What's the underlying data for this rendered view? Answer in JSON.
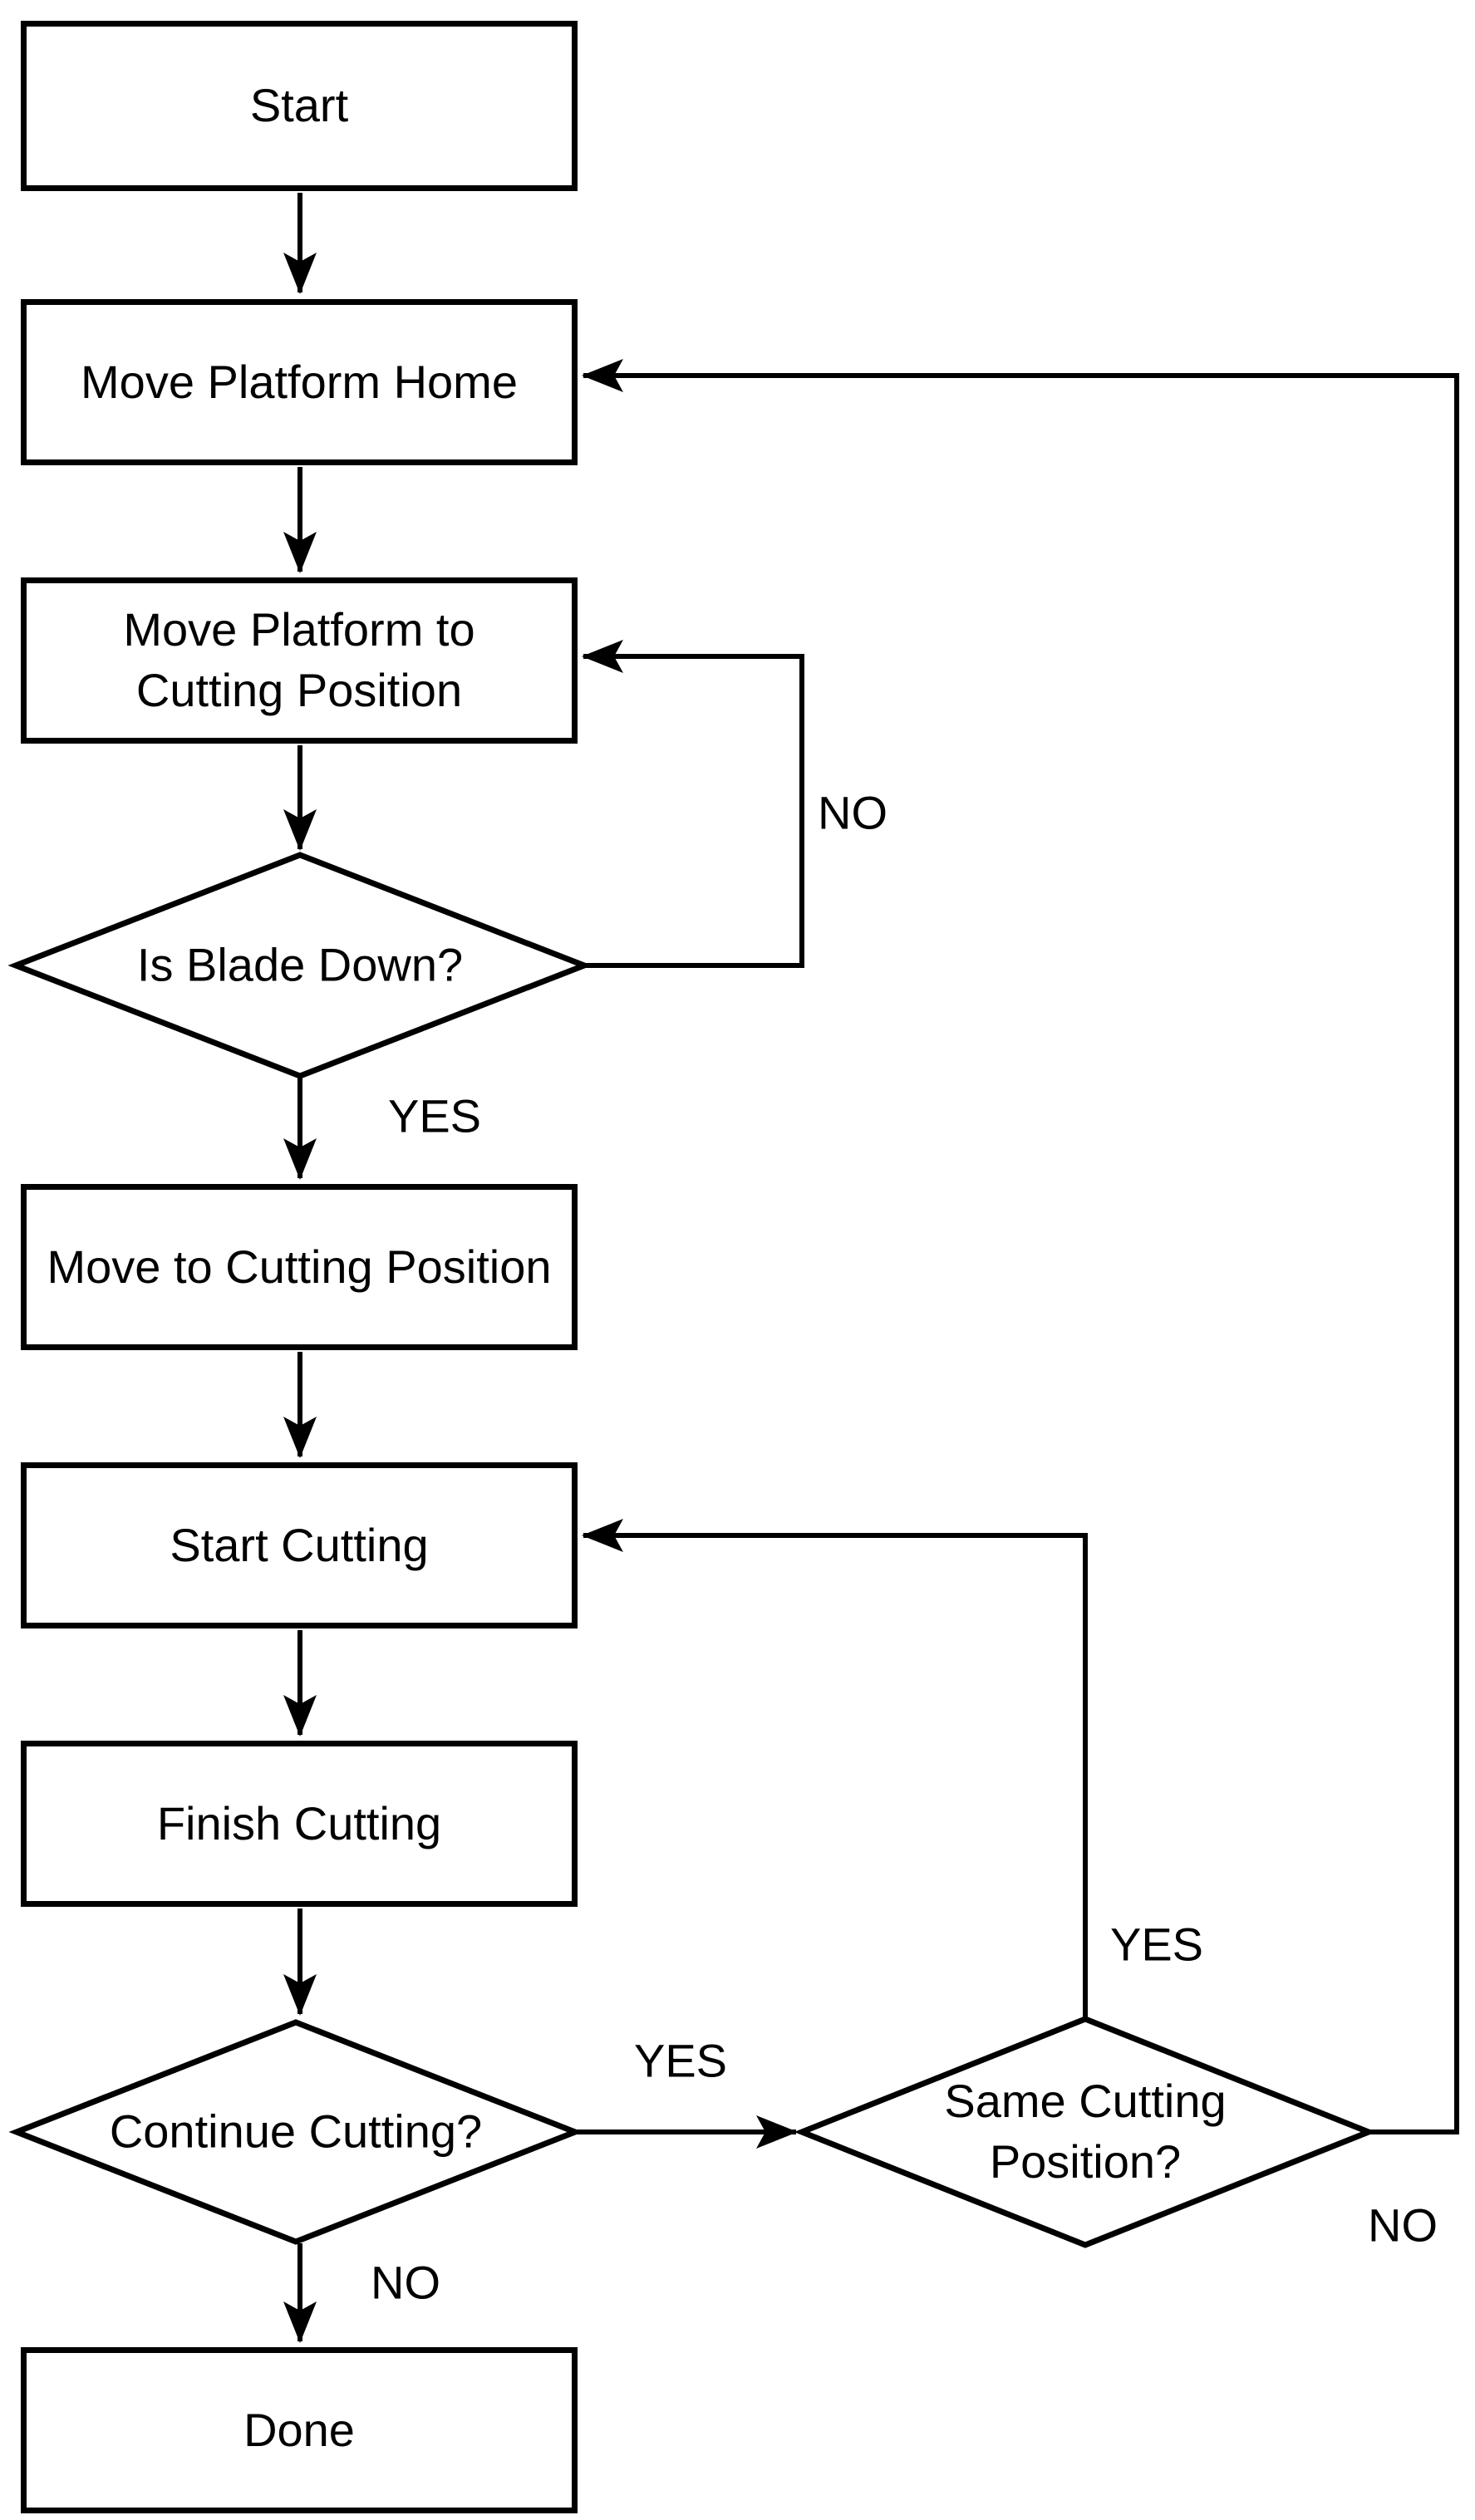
{
  "diagram": {
    "type": "flowchart",
    "colors": {
      "line": "#000000",
      "fill": "#ffffff",
      "text": "#000000"
    },
    "nodes": {
      "start": {
        "label": "Start",
        "shape": "process"
      },
      "move_platform_home": {
        "label": "Move Platform Home",
        "shape": "process"
      },
      "move_platform_to_cutting_position": {
        "label": "Move Platform to\nCutting Position",
        "shape": "process"
      },
      "is_blade_down": {
        "label": "Is Blade Down?",
        "shape": "decision"
      },
      "move_to_cutting_position": {
        "label": "Move to Cutting Position",
        "shape": "process"
      },
      "start_cutting": {
        "label": "Start Cutting",
        "shape": "process"
      },
      "finish_cutting": {
        "label": "Finish Cutting",
        "shape": "process"
      },
      "continue_cutting": {
        "label": "Continue Cutting?",
        "shape": "decision"
      },
      "same_cutting_position": {
        "label": "Same Cutting\nPosition?",
        "shape": "decision"
      },
      "done": {
        "label": "Done",
        "shape": "process"
      }
    },
    "edges": {
      "is_blade_down_no": {
        "label": "NO",
        "from": "is_blade_down",
        "to": "move_platform_to_cutting_position"
      },
      "is_blade_down_yes": {
        "label": "YES",
        "from": "is_blade_down",
        "to": "move_to_cutting_position"
      },
      "continue_cutting_yes": {
        "label": "YES",
        "from": "continue_cutting",
        "to": "same_cutting_position"
      },
      "continue_cutting_no": {
        "label": "NO",
        "from": "continue_cutting",
        "to": "done"
      },
      "same_cutting_position_yes": {
        "label": "YES",
        "from": "same_cutting_position",
        "to": "start_cutting"
      },
      "same_cutting_position_no": {
        "label": "NO",
        "from": "same_cutting_position",
        "to": "move_platform_home"
      }
    }
  }
}
